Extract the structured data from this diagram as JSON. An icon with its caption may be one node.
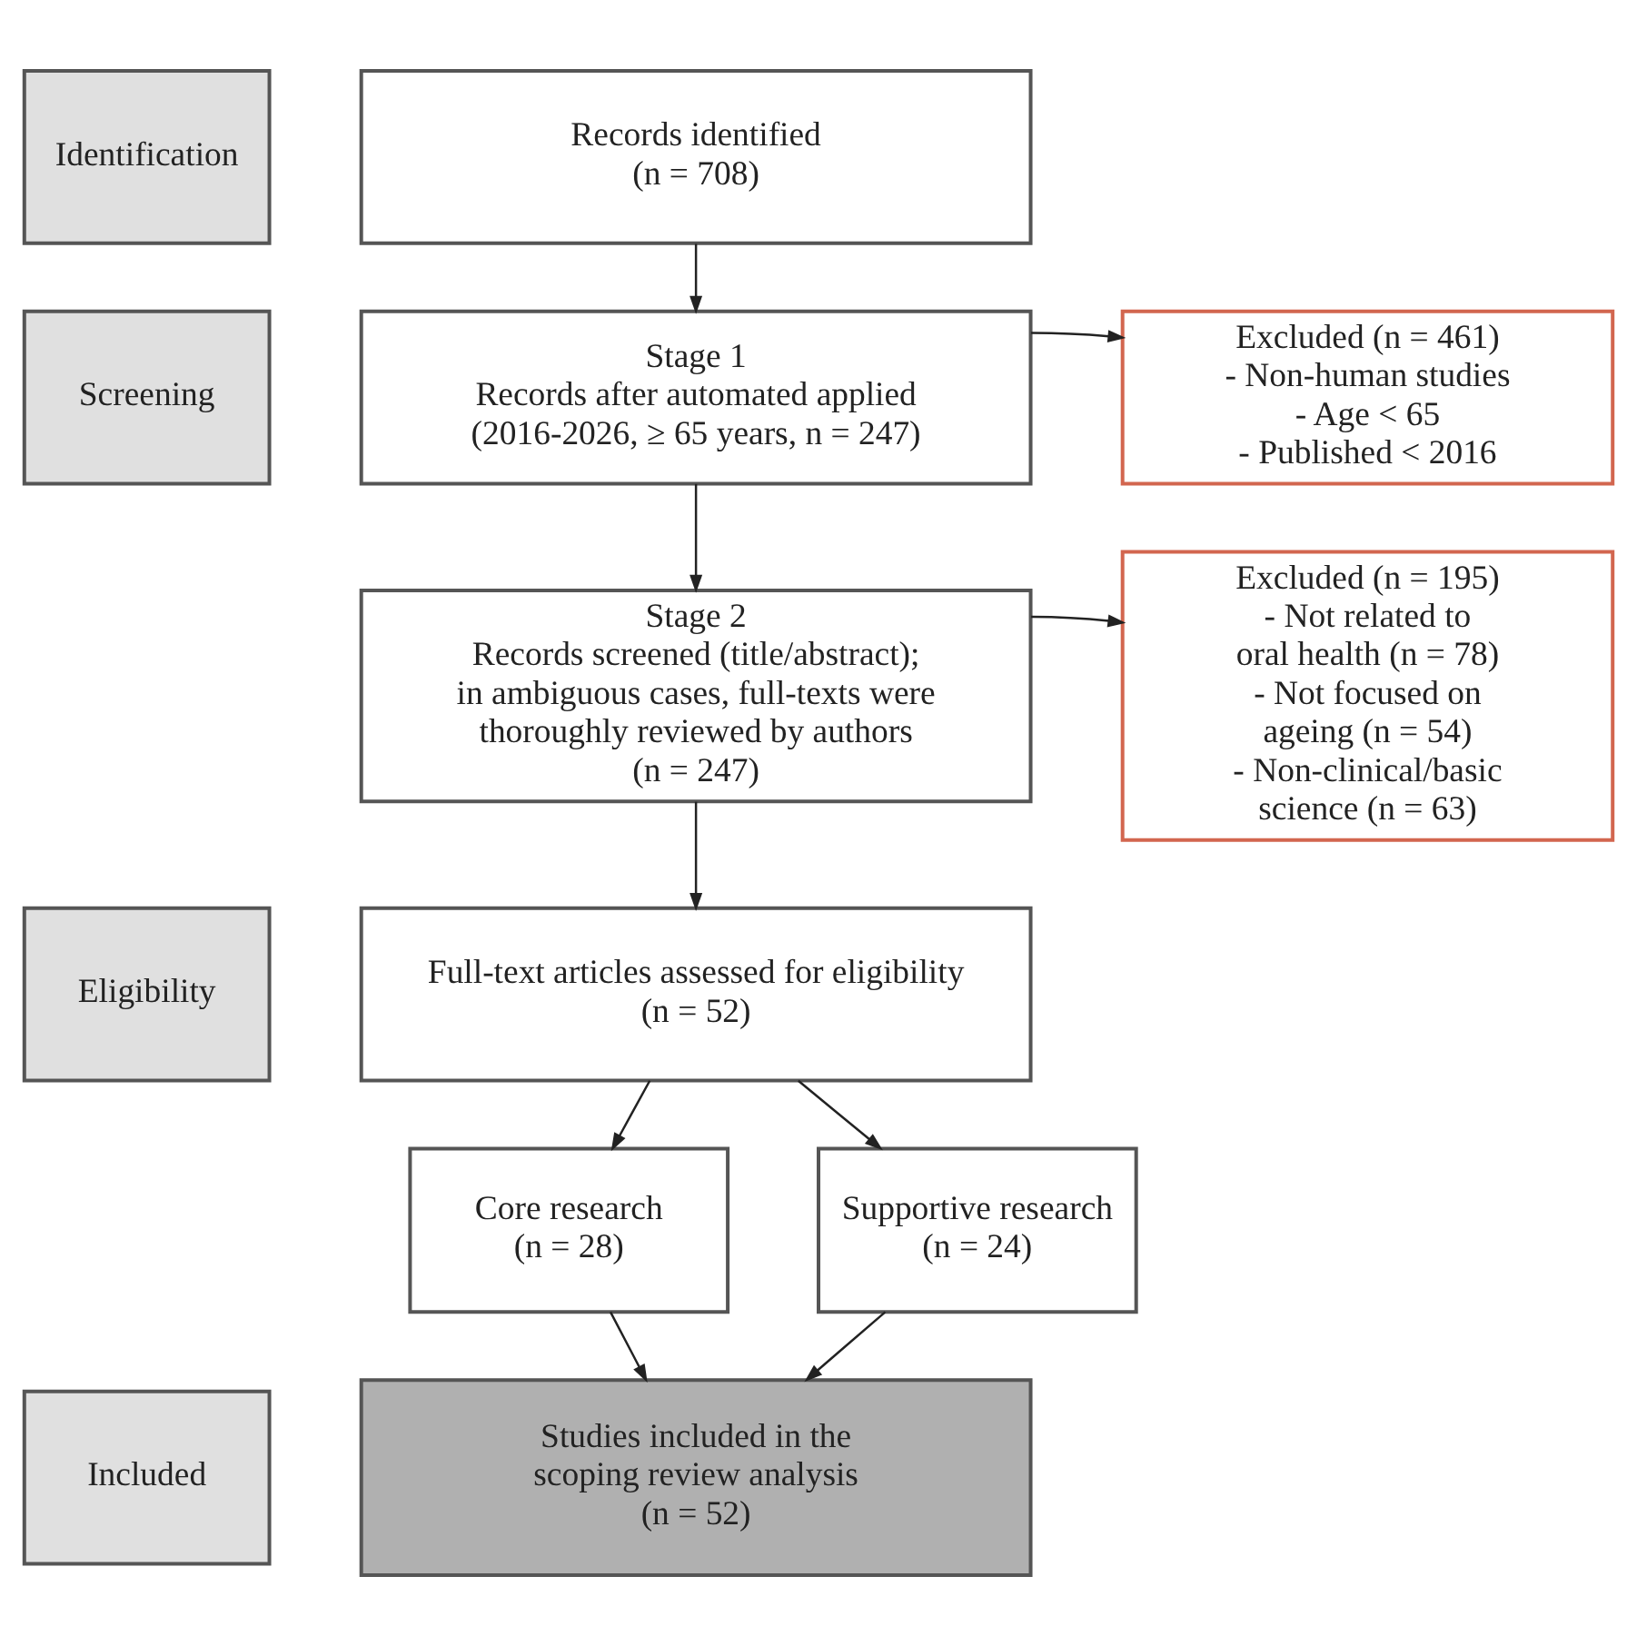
{
  "diagram": {
    "nodes": [
      {
        "text": [
          "Identification"
        ]
      },
      {
        "text": [
          "Records identified",
          "(n = 708)"
        ]
      },
      {
        "text": [
          "Screening"
        ]
      },
      {
        "text": [
          "Stage 1",
          "Records after automated applied (2016-2026, ≥ 65 years, n = 247)"
        ]
      },
      {
        "text": [
          "Excluded (n = 461)",
          "- Non-human studies",
          "- Age < 65",
          "- Published < 2016"
        ]
      },
      {
        "text": [
          "Eligibility"
        ]
      },
      {
        "text": [
          "Stage 2",
          "Records screened (title/abstract); in ambiguous cases, full-texts were thoroughly reviewed by authors",
          "(n = 247)"
        ]
      },
      {
        "text": [
          "Excluded (n = 195)",
          "- Not related to oral health (n = 78)",
          "- Not focused on ageing (n = 54)",
          "- Non-clinical/basic science (n = 63)"
        ]
      },
      {
        "text": [
          "Full-text articles assessed for eligibility",
          "(n = 52)"
        ]
      },
      {
        "text": [
          "Core research",
          "(n = 28)"
        ]
      },
      {
        "text": [
          "Supportive research",
          "(n = 24)"
        ]
      },
      {
        "text": [
          "Included"
        ]
      },
      {
        "text": [
          "Studies included in the scoping review analysis",
          "(n = 52)"
        ]
      }
    ],
    "edges": [
      {
        "from": 1,
        "to": 3,
        "arrow": "to"
      },
      {
        "from": 3,
        "to": 4,
        "arrow": "to"
      },
      {
        "from": 3,
        "to": 6,
        "arrow": "to"
      },
      {
        "from": 6,
        "to": 7,
        "arrow": "to"
      },
      {
        "from": 6,
        "to": 8,
        "arrow": "to"
      },
      {
        "from": 8,
        "to": 9,
        "arrow": "to"
      },
      {
        "from": 8,
        "to": 10,
        "arrow": "to"
      },
      {
        "from": 9,
        "to": 12,
        "arrow": "to"
      },
      {
        "from": 10,
        "to": 12,
        "arrow": "to"
      }
    ]
  }
}
